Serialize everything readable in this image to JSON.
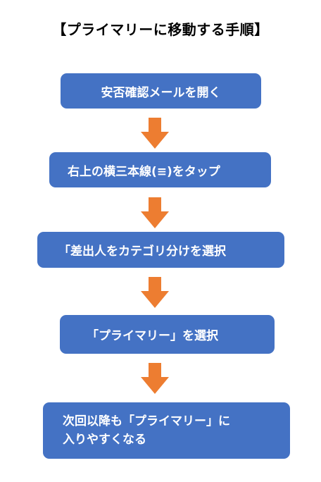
{
  "title": "【プライマリーに移動する手順】",
  "steps": [
    {
      "label": "安否確認メールを開く"
    },
    {
      "label": "右上の横三本線(≡)をタップ"
    },
    {
      "label": "「差出人をカテゴリ分けを選択"
    },
    {
      "label": "「プライマリー」を選択"
    },
    {
      "line1": "次回以降も「プライマリー」に",
      "line2": "入りやすくなる"
    }
  ],
  "colors": {
    "box_fill": "#4472c4",
    "arrow_fill": "#ed7d31",
    "text": "#ffffff"
  }
}
